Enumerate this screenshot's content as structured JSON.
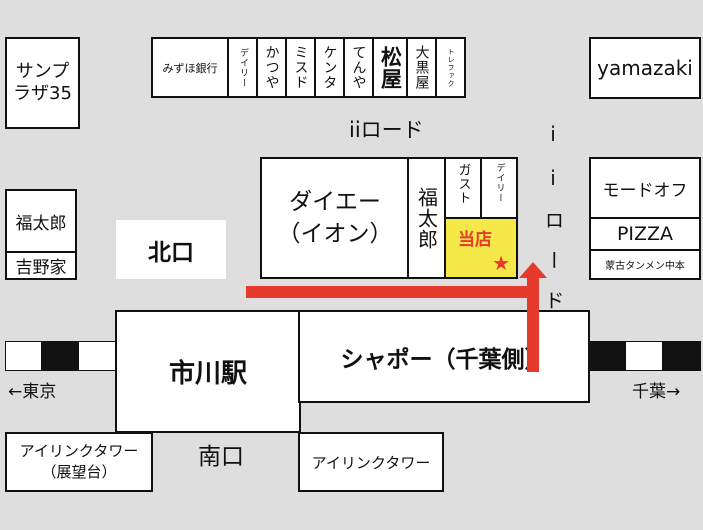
{
  "stores_top_row": [
    {
      "name": "みずほ銀行"
    },
    {
      "name": "デイリー"
    },
    {
      "name": "かつや"
    },
    {
      "name": "ミスド"
    },
    {
      "name": "ケンタ"
    },
    {
      "name": "てんや"
    },
    {
      "name": "松屋"
    },
    {
      "name": "大黒屋"
    },
    {
      "name": "トレファク"
    }
  ],
  "sun_plaza": "サンプラザ35",
  "yamazaki": "yamazaki",
  "ii_road_horizontal": "iiロード",
  "ii_road_vertical": "i i ロ ー ド",
  "fukutaro_left": "福太郎",
  "yoshinoya": "吉野家",
  "kitaguchi": "北口",
  "daiei": "ダイエー（イオン）",
  "fukutaro_center": "福太郎",
  "gusto": "ガスト",
  "daily_center": "デイリー",
  "our_store": "当店",
  "star": "★",
  "mode_off": "モードオフ",
  "pizza": "PIZZA",
  "moko_tanmen": "蒙古タンメン中本",
  "ichikawa_station": "市川駅",
  "shapo": "シャポー（千葉側）",
  "to_tokyo": "←東京",
  "to_chiba": "千葉→",
  "minamiguchi": "南口",
  "i_link_tower_observatory": "アイリンクタワー（展望台）",
  "i_link_tower": "アイリンクタワー",
  "colors": {
    "highlight": "#f5e94a",
    "route": "#e53a2c",
    "accent_text": "#e53a2c"
  }
}
